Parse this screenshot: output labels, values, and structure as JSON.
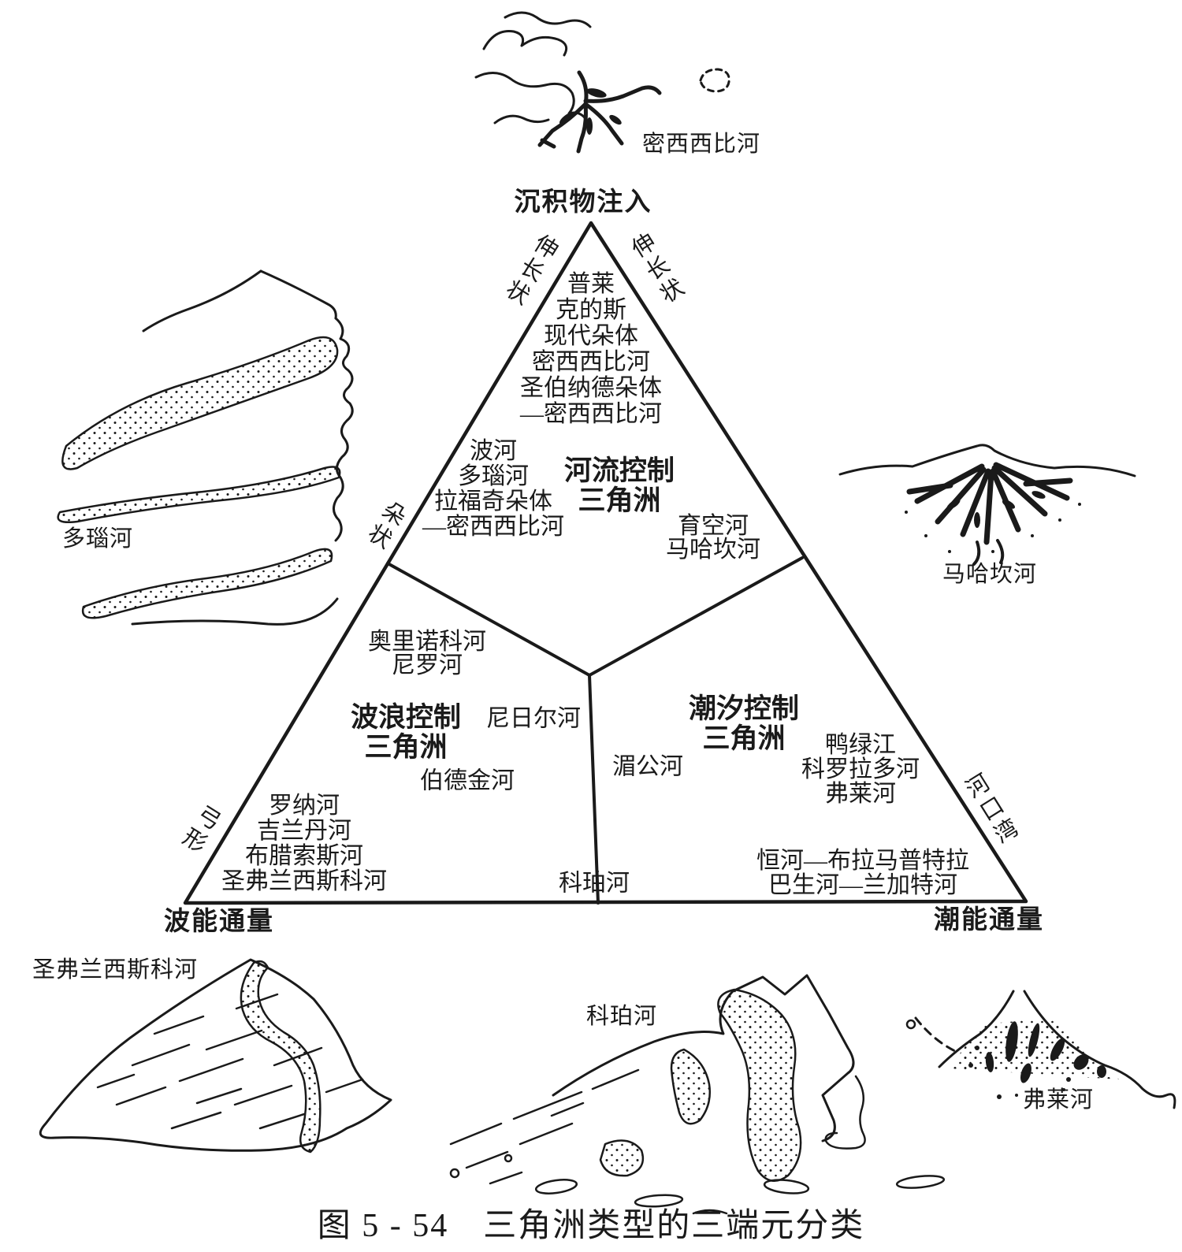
{
  "colors": {
    "ink": "#1a1a1a",
    "paper": "#ffffff"
  },
  "corners": {
    "apex": "沉积物注入",
    "wave": "波能通量",
    "tide": "潮能通量"
  },
  "edges": {
    "upper_left": "伸长状",
    "upper_right": "伸长状",
    "mid_left": "朵状",
    "lower_left": "弓形",
    "lower_right": "河口湾"
  },
  "regions": {
    "river": {
      "l1": "河流控制",
      "l2": "三角洲"
    },
    "wave": {
      "l1": "波浪控制",
      "l2": "三角洲"
    },
    "tide": {
      "l1": "潮汐控制",
      "l2": "三角洲"
    }
  },
  "rivers": {
    "apex_list": [
      "普莱",
      "克的斯",
      "现代朵体",
      "密西西比河",
      "圣伯纳德朵体",
      "—密西西比河"
    ],
    "lobate_list": [
      "波河",
      "多瑙河",
      "拉福奇朵体",
      "—密西西比河"
    ],
    "yukon_list": [
      "育空河",
      "马哈坎河"
    ],
    "orinoco_list": [
      "奥里诺科河",
      "尼罗河"
    ],
    "niger": "尼日尔河",
    "mekong": "湄公河",
    "burdekin": "伯德金河",
    "copper": "科珀河",
    "wave_list": [
      "罗纳河",
      "吉兰丹河",
      "布腊索斯河",
      "圣弗兰西斯科河"
    ],
    "tide_list": [
      "鸭绿江",
      "科罗拉多河",
      "弗莱河"
    ],
    "tide_estuary_list": [
      "恒河—布拉马普特拉",
      "巴生河—兰加特河"
    ]
  },
  "sketches": {
    "mississippi": "密西西比河",
    "danube": "多瑙河",
    "mahakam": "马哈坎河",
    "sao_francisco": "圣弗兰西斯科河",
    "copper": "科珀河",
    "fly": "弗莱河"
  },
  "caption": "图 5 - 54　三角洲类型的三端元分类"
}
